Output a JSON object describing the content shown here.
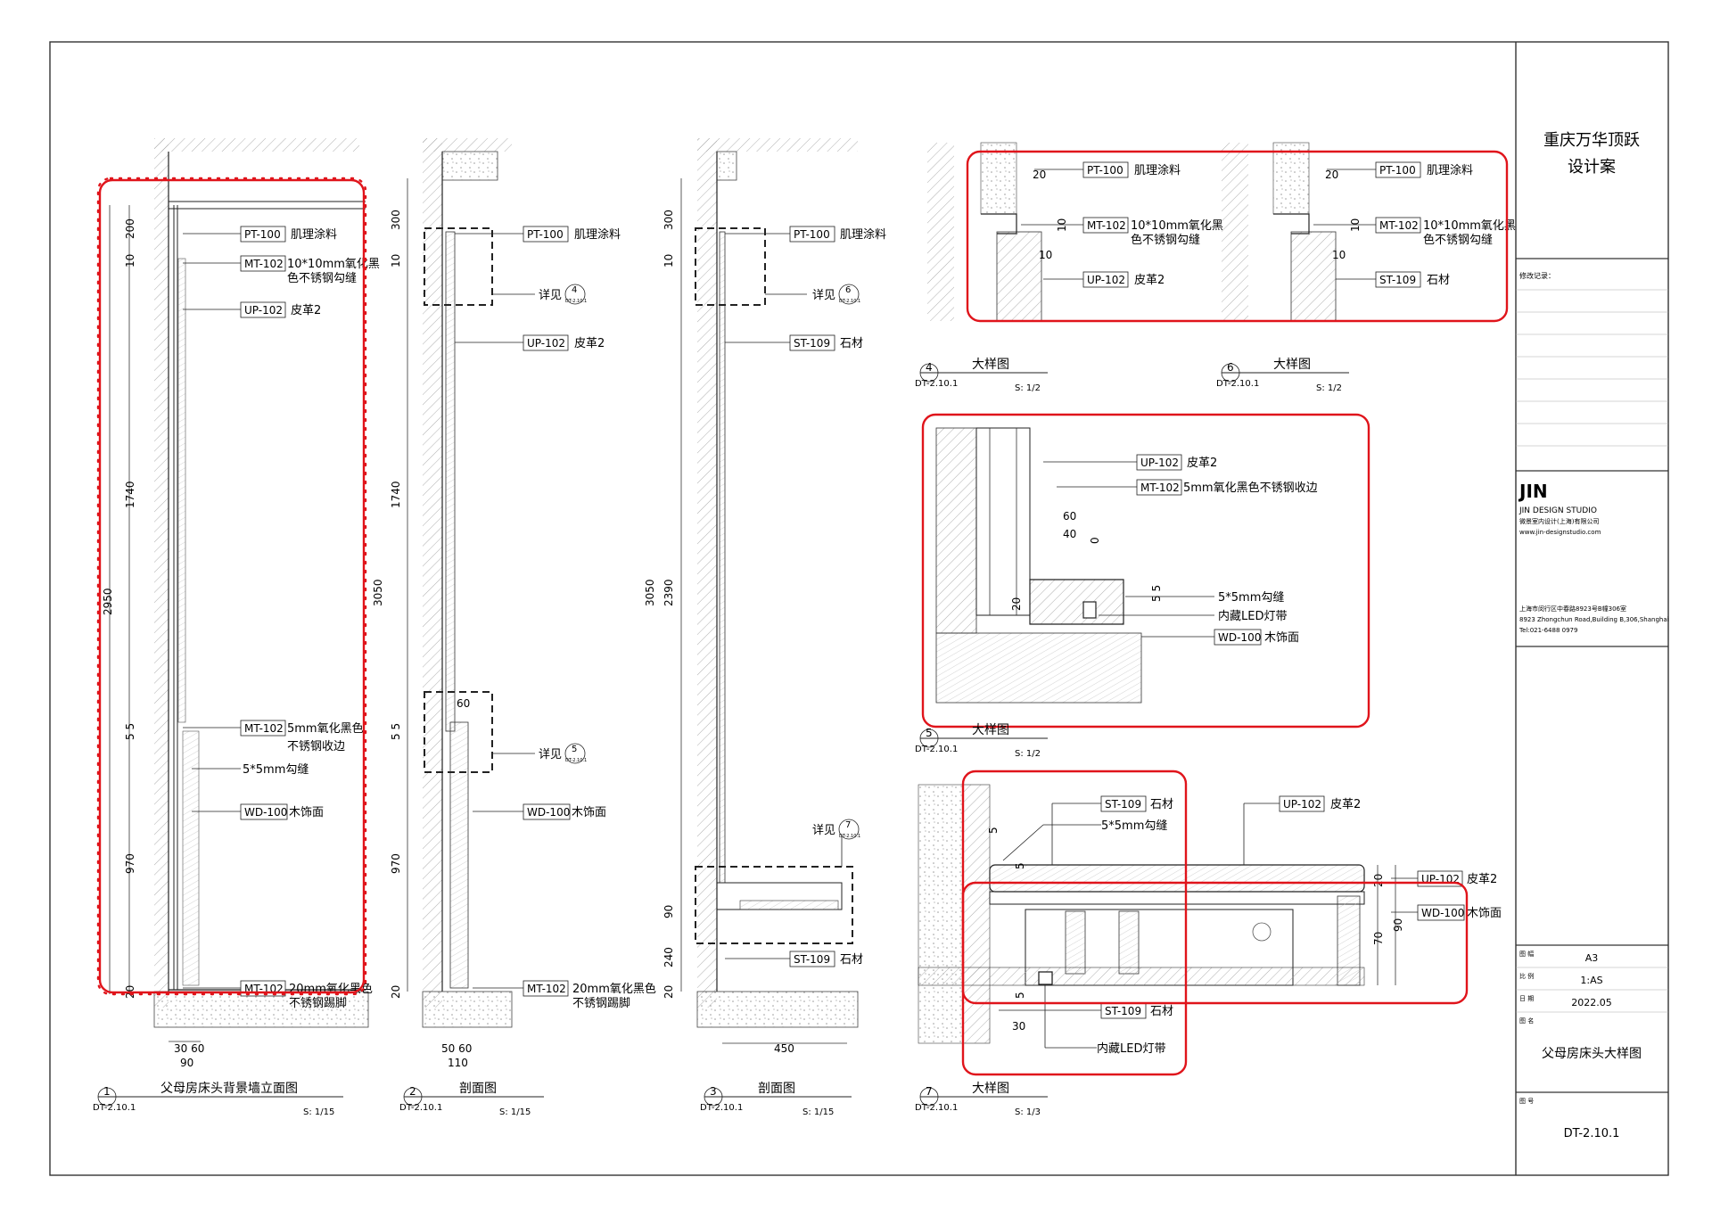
{
  "title_block": {
    "project_line1": "重庆万华顶跃",
    "project_line2": "设计案",
    "revision_label": "修改记录：",
    "studio_logo": "JIN",
    "studio_name": "JIN DESIGN STUDIO",
    "studio_cn": "微景室内设计(上海)有限公司",
    "studio_web": "www.jin-designstudio.com",
    "address_cn": "上海市闵行区中春路8923号B幢306室",
    "address_en": "8923 Zhongchun Road,Building B,306,Shanghai",
    "tel": "Tel:021-6488 0979",
    "paper_label": "图 幅",
    "paper_value": "A3",
    "scale_label": "比 例",
    "scale_value": "1:AS",
    "date_label": "日 期",
    "date_value": "2022.05",
    "drawing_name_label": "图 名",
    "drawing_name": "父母房床头大样图",
    "drawing_no_label": "图 号",
    "drawing_no": "DT-2.10.1"
  },
  "views": [
    {
      "num": "1",
      "sheet": "DT-2.10.1",
      "title": "父母房床头背景墙立面图",
      "scale": "S: 1/15"
    },
    {
      "num": "2",
      "sheet": "DT-2.10.1",
      "title": "剖面图",
      "scale": "S: 1/15"
    },
    {
      "num": "3",
      "sheet": "DT-2.10.1",
      "title": "剖面图",
      "scale": "S: 1/15"
    },
    {
      "num": "4",
      "sheet": "DT-2.10.1",
      "title": "大样图",
      "scale": "S: 1/2"
    },
    {
      "num": "6",
      "sheet": "DT-2.10.1",
      "title": "大样图",
      "scale": "S: 1/2"
    },
    {
      "num": "5",
      "sheet": "DT-2.10.1",
      "title": "大样图",
      "scale": "S: 1/2"
    },
    {
      "num": "7",
      "sheet": "DT-2.10.1",
      "title": "大样图",
      "scale": "S: 1/3"
    }
  ],
  "dimensions": {
    "v1": [
      "200",
      "10",
      "1740",
      "2950",
      "5 5",
      "970",
      "20",
      "30 60",
      "90"
    ],
    "v2": [
      "300",
      "10",
      "1740",
      "3050",
      "5 5",
      "970",
      "20",
      "50 60",
      "110",
      "60"
    ],
    "v3": [
      "300",
      "10",
      "3050",
      "2390",
      "90",
      "240",
      "20",
      "450"
    ],
    "v4": [
      "20",
      "10",
      "10"
    ],
    "v6": [
      "20",
      "10",
      "10"
    ],
    "v5": [
      "60",
      "40",
      "0",
      "20",
      "5 5"
    ],
    "v7": [
      "5",
      "5",
      "5",
      "30",
      "20",
      "70",
      "90"
    ]
  },
  "callouts": {
    "v1": [
      {
        "code": "PT-100",
        "text": "肌理涂料"
      },
      {
        "code": "MT-102",
        "text": "10*10mm氧化黑",
        "text2": "色不锈钢勾缝"
      },
      {
        "code": "UP-102",
        "text": "皮革2"
      },
      {
        "code": "MT-102",
        "text": "5mm氧化黑色",
        "text2": "不锈钢收边"
      },
      {
        "code": "",
        "text": "5*5mm勾缝"
      },
      {
        "code": "WD-100",
        "text": "木饰面"
      },
      {
        "code": "MT-102",
        "text": "20mm氧化黑色",
        "text2": "不锈钢踢脚"
      }
    ],
    "v2": [
      {
        "code": "PT-100",
        "text": "肌理涂料"
      },
      {
        "code": "UP-102",
        "text": "皮革2"
      },
      {
        "code": "WD-100",
        "text": "木饰面"
      },
      {
        "code": "MT-102",
        "text": "20mm氧化黑色",
        "text2": "不锈钢踢脚"
      }
    ],
    "v3": [
      {
        "code": "PT-100",
        "text": "肌理涂料"
      },
      {
        "code": "ST-109",
        "text": "石材"
      },
      {
        "code": "ST-109",
        "text": "石材"
      }
    ],
    "v4": [
      {
        "code": "PT-100",
        "text": "肌理涂料"
      },
      {
        "code": "MT-102",
        "text": "10*10mm氧化黑",
        "text2": "色不锈钢勾缝"
      },
      {
        "code": "UP-102",
        "text": "皮革2"
      }
    ],
    "v6": [
      {
        "code": "PT-100",
        "text": "肌理涂料"
      },
      {
        "code": "MT-102",
        "text": "10*10mm氧化黑",
        "text2": "色不锈钢勾缝"
      },
      {
        "code": "ST-109",
        "text": "石材"
      }
    ],
    "v5": [
      {
        "code": "UP-102",
        "text": "皮革2"
      },
      {
        "code": "MT-102",
        "text": "5mm氧化黑色不锈钢收边"
      },
      {
        "code": "",
        "text": "5*5mm勾缝"
      },
      {
        "code": "",
        "text": "内藏LED灯带"
      },
      {
        "code": "WD-100",
        "text": "木饰面"
      }
    ],
    "v7": [
      {
        "code": "ST-109",
        "text": "石材"
      },
      {
        "code": "",
        "text": "5*5mm勾缝"
      },
      {
        "code": "UP-102",
        "text": "皮革2"
      },
      {
        "code": "UP-102",
        "text": "皮革2"
      },
      {
        "code": "WD-100",
        "text": "木饰面"
      },
      {
        "code": "ST-109",
        "text": "石材"
      },
      {
        "code": "",
        "text": "内藏LED灯带"
      }
    ]
  },
  "detail_refs": [
    {
      "label": "详见",
      "num": "4",
      "sheet": "DT-2.10.1"
    },
    {
      "label": "详见",
      "num": "5",
      "sheet": "DT-2.10.1"
    },
    {
      "label": "详见",
      "num": "6",
      "sheet": "DT-2.10.1"
    },
    {
      "label": "详见",
      "num": "7",
      "sheet": "DT-2.10.1"
    }
  ],
  "colors": {
    "line": "#222222",
    "revision_cloud": "#e0141b",
    "hatch": "#9a9a9a"
  }
}
